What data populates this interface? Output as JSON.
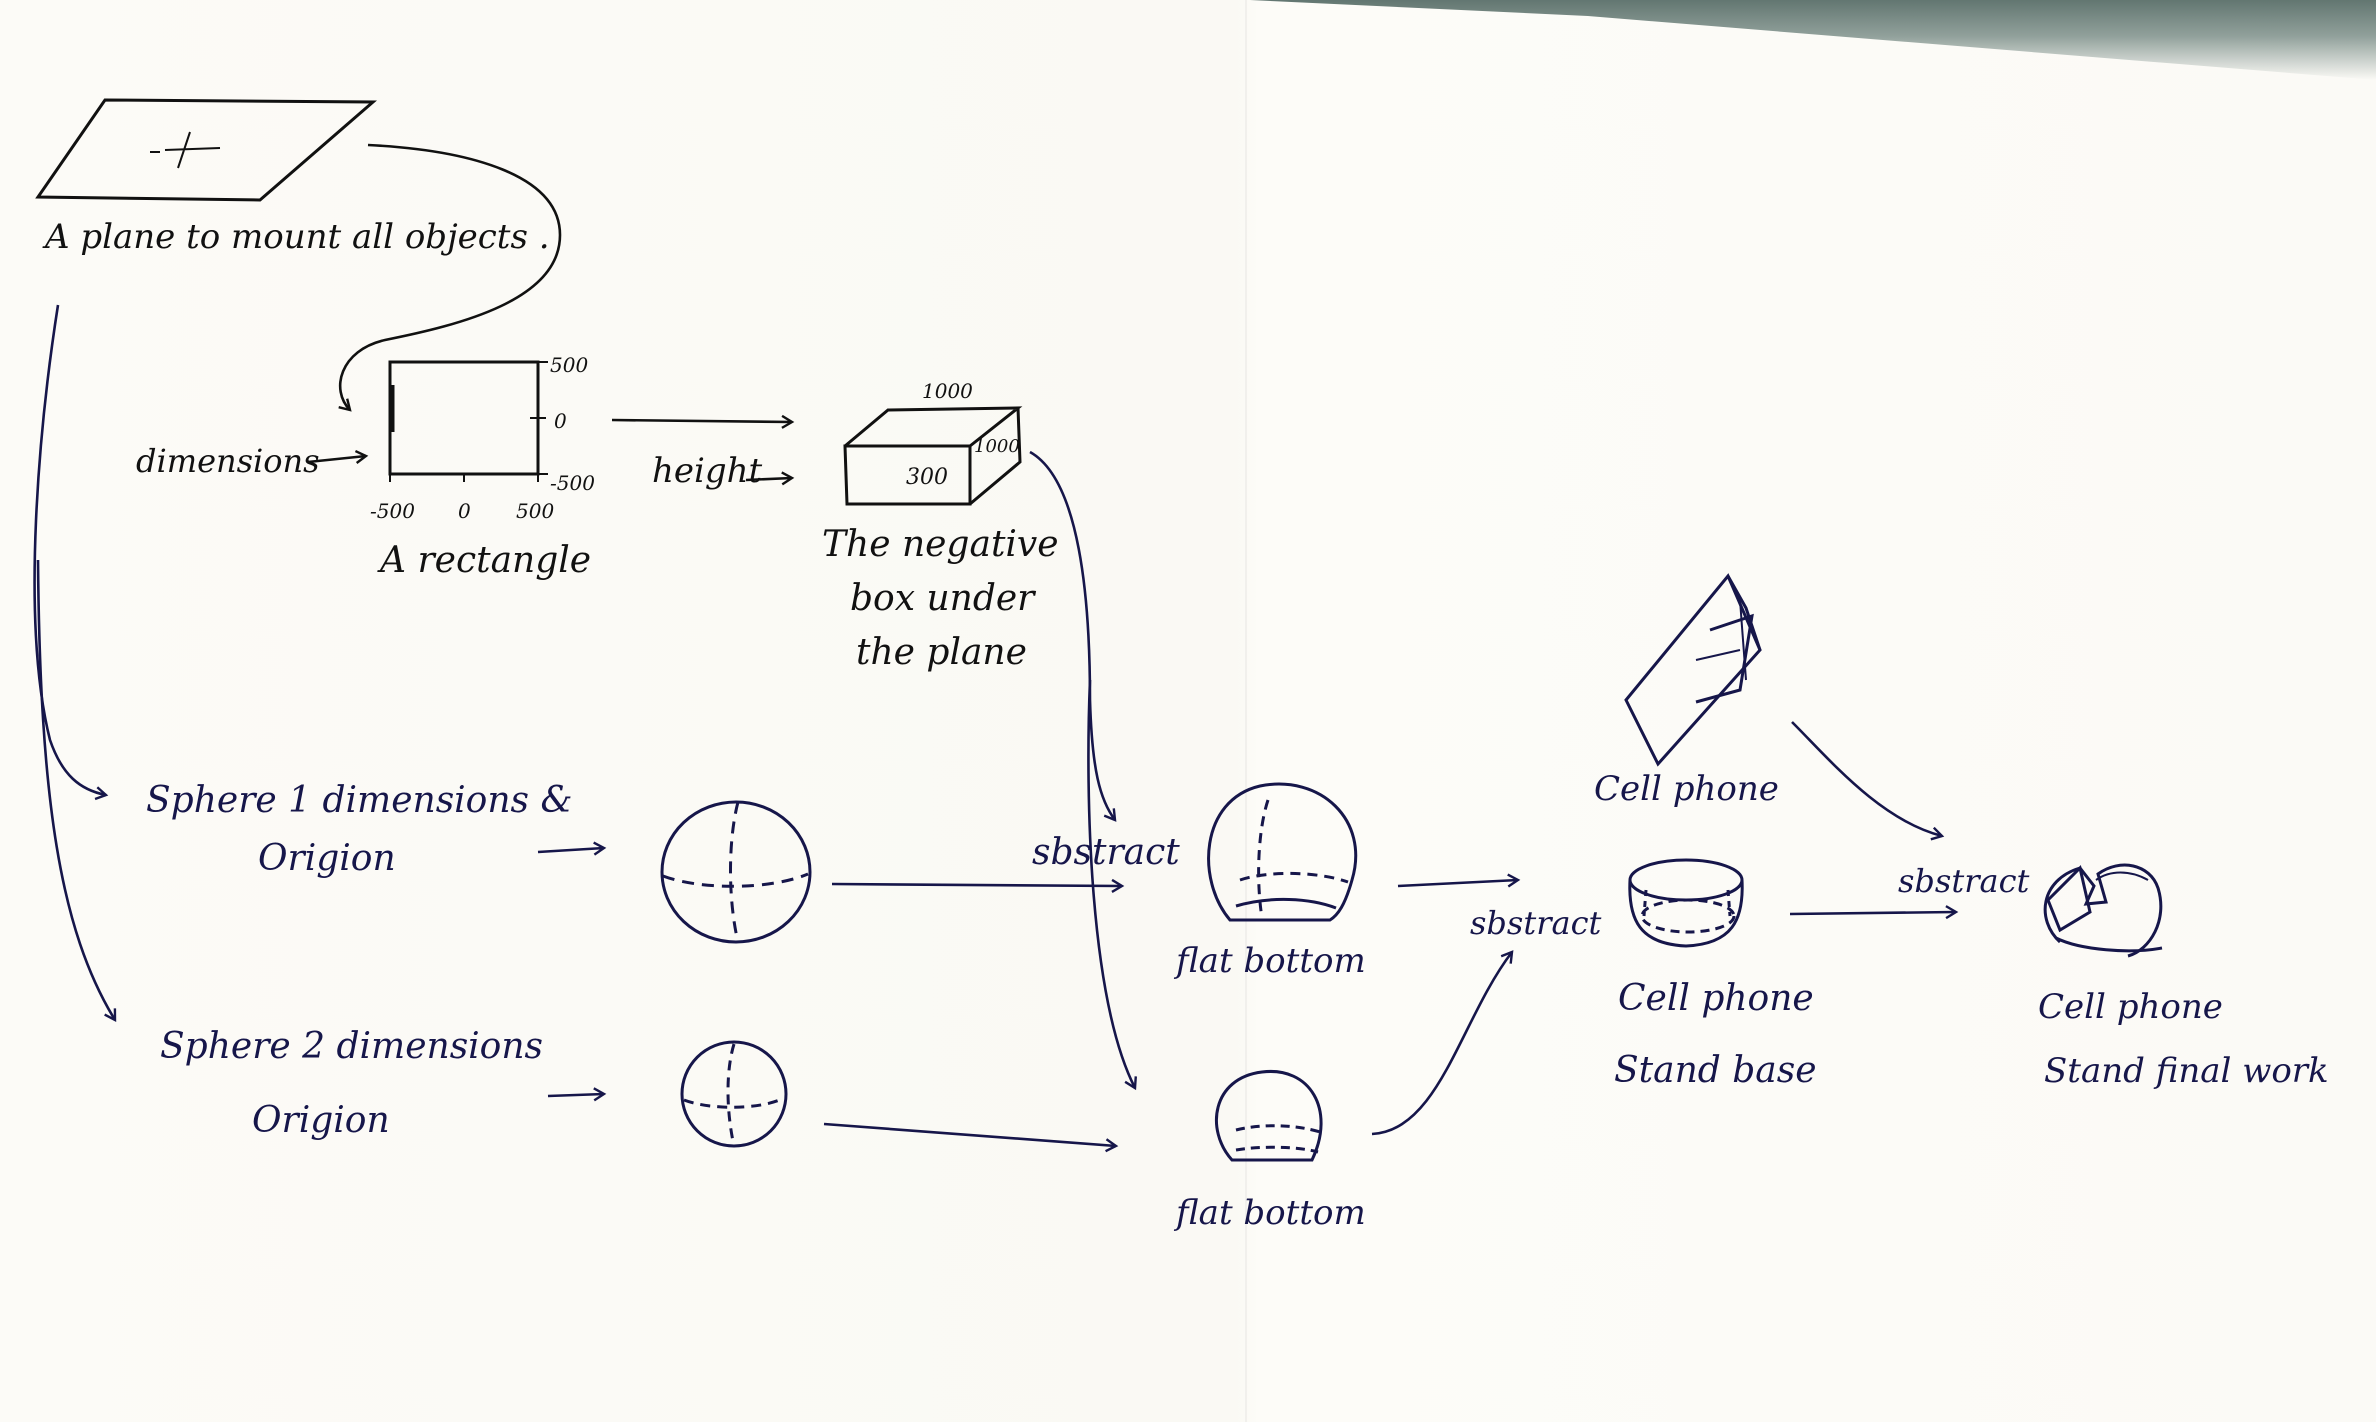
{
  "labels": {
    "plane": "A plane to mount all objects .",
    "dimensions": "dimensions",
    "rect_tick_top": "500",
    "rect_tick_mid": "0",
    "rect_tick_bottom": "-500",
    "rect_x_left": "-500",
    "rect_x_mid": "0",
    "rect_x_right": "500",
    "rectangle": "A rectangle",
    "height": "height",
    "box_top": "1000",
    "box_side": "1000",
    "box_front": "300",
    "negative_box_1": "The negative",
    "negative_box_2": "box under",
    "negative_box_3": "the plane",
    "sphere1_1": "Sphere 1 dimensions &",
    "sphere1_2": "Origion",
    "sphere2_1": "Sphere 2 dimensions",
    "sphere2_2": "Origion",
    "subtract_1": "sbstract",
    "flat_bottom_1": "flat bottom",
    "flat_bottom_2": "flat bottom",
    "subtract_2": "sbstract",
    "cell_phone": "Cell phone",
    "stand_base_1": "Cell phone",
    "stand_base_2": "Stand base",
    "subtract_3": "sbstract",
    "final_1": "Cell phone",
    "final_2": "Stand final work"
  },
  "colors": {
    "pencil": "#111111",
    "ink": "#16164a",
    "paper": "#fbfaf6"
  }
}
